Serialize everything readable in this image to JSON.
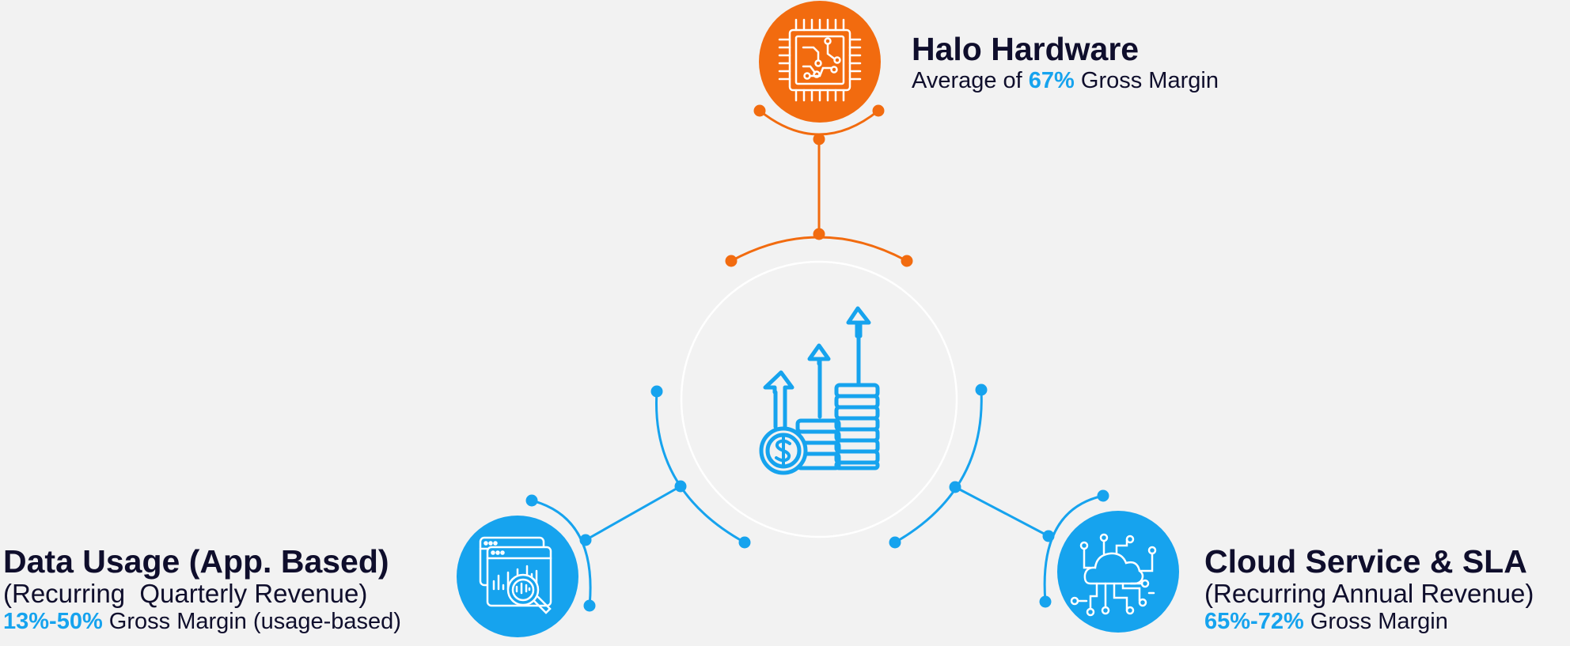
{
  "colors": {
    "orange": "#f26b0f",
    "blue": "#16a3ee",
    "text": "#0f0e2c",
    "background": "#f2f2f2"
  },
  "center": {
    "icon": "growth-coins-dollar-icon"
  },
  "halo_hardware": {
    "icon": "circuit-chip-icon",
    "title": "Halo Hardware",
    "margin_prefix": "Average of ",
    "margin_value": "67%",
    "margin_suffix": " Gross Margin"
  },
  "data_usage": {
    "icon": "analytics-magnifier-icon",
    "title": "Data Usage (App. Based)",
    "subtitle": "(Recurring  Quarterly Revenue)",
    "margin_value": "13%-50%",
    "margin_suffix": " Gross Margin (usage-based)"
  },
  "cloud_service": {
    "icon": "cloud-network-icon",
    "title": "Cloud Service & SLA",
    "subtitle": "(Recurring Annual Revenue)",
    "margin_value": "65%-72%",
    "margin_suffix": " Gross Margin"
  }
}
